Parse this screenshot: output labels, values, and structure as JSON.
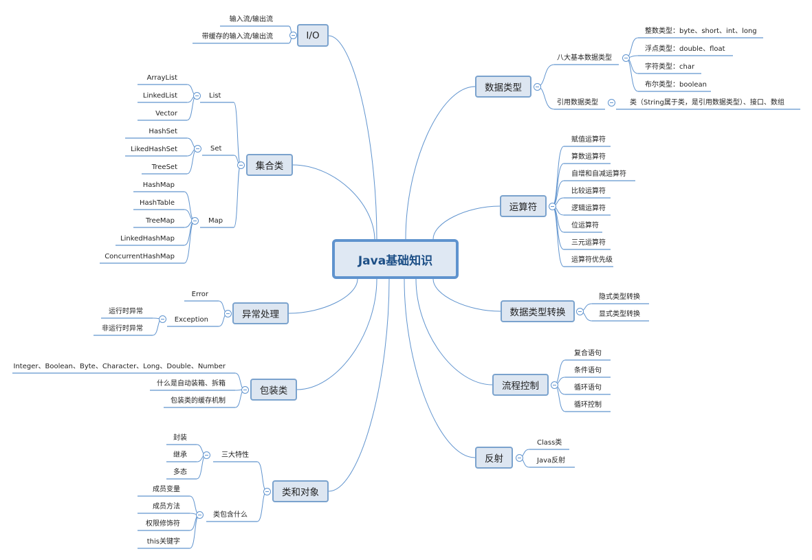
{
  "center": "Java基础知识",
  "io": {
    "label": "I/O",
    "items": [
      "输入流/输出流",
      "带缓存的输入流/输出流"
    ]
  },
  "collections": {
    "label": "集合类",
    "list": {
      "label": "List",
      "items": [
        "ArrayList",
        "LinkedList",
        "Vector"
      ]
    },
    "set": {
      "label": "Set",
      "items": [
        "HashSet",
        "LikedHashSet",
        "TreeSet"
      ]
    },
    "map": {
      "label": "Map",
      "items": [
        "HashMap",
        "HashTable",
        "TreeMap",
        "LinkedHashMap",
        "ConcurrentHashMap"
      ]
    }
  },
  "exceptions": {
    "label": "异常处理",
    "error": "Error",
    "exception": {
      "label": "Exception",
      "items": [
        "运行时异常",
        "非运行时异常"
      ]
    }
  },
  "wrappers": {
    "label": "包装类",
    "items": [
      "Integer、Boolean、Byte、Character、Long、Double、Number",
      "什么是自动装箱、拆箱",
      "包装类的缓存机制"
    ]
  },
  "classes": {
    "label": "类和对象",
    "features": {
      "label": "三大特性",
      "items": [
        "封装",
        "继承",
        "多态"
      ]
    },
    "contains": {
      "label": "类包含什么",
      "items": [
        "成员变量",
        "成员方法",
        "权限修饰符",
        "this关键字"
      ]
    }
  },
  "datatypes": {
    "label": "数据类型",
    "primitive": {
      "label": "八大基本数据类型",
      "items": [
        "整数类型：byte、short、int、long",
        "浮点类型：double、float",
        "字符类型：char",
        "布尔类型：boolean"
      ]
    },
    "reference": {
      "label": "引用数据类型",
      "items": [
        "类（String属于类，是引用数据类型）、接口、数组"
      ]
    }
  },
  "operators": {
    "label": "运算符",
    "items": [
      "赋值运算符",
      "算数运算符",
      "自增和自减运算符",
      "比较运算符",
      "逻辑运算符",
      "位运算符",
      "三元运算符",
      "运算符优先级"
    ]
  },
  "conversion": {
    "label": "数据类型转换",
    "items": [
      "隐式类型转换",
      "显式类型转换"
    ]
  },
  "flow": {
    "label": "流程控制",
    "items": [
      "复合语句",
      "条件语句",
      "循环语句",
      "循环控制"
    ]
  },
  "reflection": {
    "label": "反射",
    "items": [
      "Class类",
      "Java反射"
    ]
  },
  "colors": {
    "line": "#5f93ce",
    "box_fill": "#dde6f1",
    "box_border": "#7aa2cd",
    "center_text": "#1d4f86"
  }
}
